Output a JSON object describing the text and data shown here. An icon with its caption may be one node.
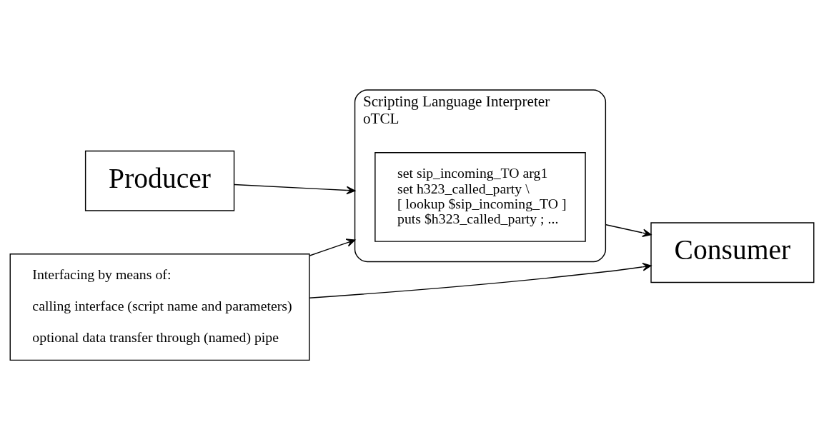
{
  "diagram": {
    "nodes": [
      {
        "text": [
          "Producer"
        ]
      },
      {
        "text": [
          "Scripting Language Interpreter",
          "oTCL"
        ]
      },
      {
        "text": [
          "set sip_incoming_TO arg1",
          "set h323_called_party \\",
          "[ lookup $sip_incoming_TO ]",
          "puts $h323_called_party ; ..."
        ],
        "in": 1
      },
      {
        "text": [
          "Consumer"
        ]
      },
      {
        "text": [
          "Interfacing by means of:",
          "calling interface (script name and parameters)",
          "optional data transfer through (named) pipe"
        ]
      }
    ],
    "edges": [
      {
        "from": 0,
        "to": 1,
        "arrow": "to"
      },
      {
        "from": 4,
        "to": 1,
        "arrow": "to"
      },
      {
        "from": 1,
        "to": 3,
        "arrow": "to"
      },
      {
        "from": 4,
        "to": 3,
        "arrow": "to"
      }
    ]
  }
}
